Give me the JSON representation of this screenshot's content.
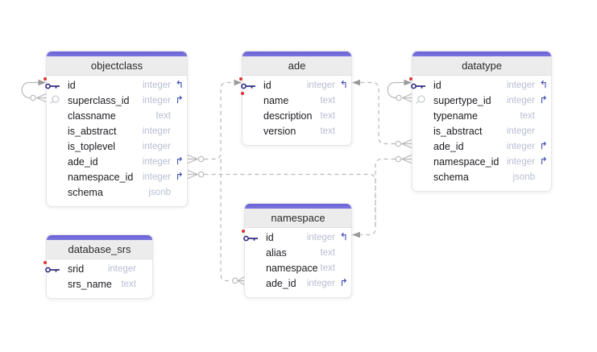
{
  "app": {
    "view_label": "database ER diagram canvas"
  },
  "glyphs": {
    "ref_in": "↰",
    "ref_out": "↱"
  },
  "colors": {
    "header_bar": "#6a61d6",
    "header_bg": "#ececec",
    "type_text": "#b8bed2",
    "field_text": "#1b1c20",
    "line": "#b9b9b9",
    "key_icon": "#312e81",
    "ref_icon": "#3b47b0",
    "attach_dot": "#e03131"
  },
  "diagram": {
    "tables": [
      {
        "name": "objectclass",
        "fields": [
          {
            "name": "id",
            "type": "integer"
          },
          {
            "name": "superclass_id",
            "type": "integer"
          },
          {
            "name": "classname",
            "type": "text"
          },
          {
            "name": "is_abstract",
            "type": "integer"
          },
          {
            "name": "is_toplevel",
            "type": "integer"
          },
          {
            "name": "ade_id",
            "type": "integer"
          },
          {
            "name": "namespace_id",
            "type": "integer"
          },
          {
            "name": "schema",
            "type": "jsonb"
          }
        ]
      },
      {
        "name": "ade",
        "fields": [
          {
            "name": "id",
            "type": "integer"
          },
          {
            "name": "name",
            "type": "text"
          },
          {
            "name": "description",
            "type": "text"
          },
          {
            "name": "version",
            "type": "text"
          }
        ]
      },
      {
        "name": "datatype",
        "fields": [
          {
            "name": "id",
            "type": "integer"
          },
          {
            "name": "supertype_id",
            "type": "integer"
          },
          {
            "name": "typename",
            "type": "text"
          },
          {
            "name": "is_abstract",
            "type": "integer"
          },
          {
            "name": "ade_id",
            "type": "integer"
          },
          {
            "name": "namespace_id",
            "type": "integer"
          },
          {
            "name": "schema",
            "type": "jsonb"
          }
        ]
      },
      {
        "name": "namespace",
        "fields": [
          {
            "name": "id",
            "type": "integer"
          },
          {
            "name": "alias",
            "type": "text"
          },
          {
            "name": "namespace",
            "type": "text"
          },
          {
            "name": "ade_id",
            "type": "integer"
          }
        ]
      },
      {
        "name": "database_srs",
        "fields": [
          {
            "name": "srid",
            "type": "integer"
          },
          {
            "name": "srs_name",
            "type": "text"
          }
        ]
      }
    ],
    "relationships": [
      {
        "from": "objectclass.superclass_id",
        "to": "objectclass.id",
        "from_end": "zero-or-many",
        "to_end": "one"
      },
      {
        "from": "objectclass.ade_id",
        "to": "ade.id",
        "from_end": "zero-or-many",
        "to_end": "one"
      },
      {
        "from": "objectclass.namespace_id",
        "to": "namespace.id",
        "from_end": "zero-or-many",
        "to_end": "one"
      },
      {
        "from": "namespace.ade_id",
        "to": "ade.id",
        "from_end": "zero-or-many",
        "to_end": "one"
      },
      {
        "from": "datatype.supertype_id",
        "to": "datatype.id",
        "from_end": "zero-or-many",
        "to_end": "one"
      },
      {
        "from": "datatype.ade_id",
        "to": "ade.id",
        "from_end": "zero-or-many",
        "to_end": "one"
      },
      {
        "from": "datatype.namespace_id",
        "to": "namespace.id",
        "from_end": "zero-or-many",
        "to_end": "one"
      }
    ]
  }
}
